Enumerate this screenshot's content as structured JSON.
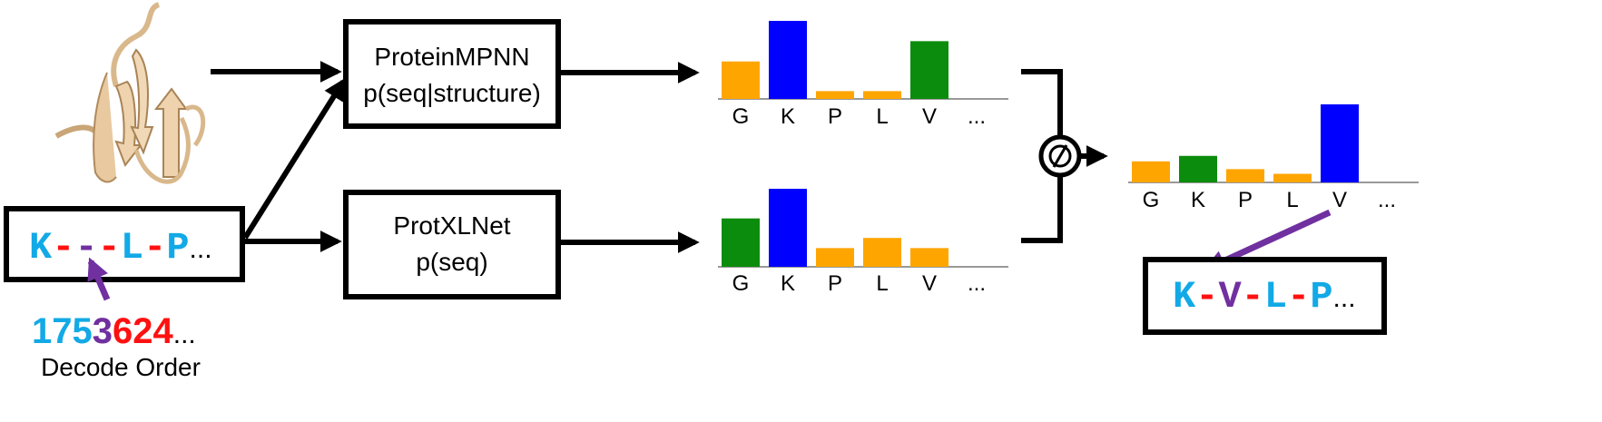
{
  "colors": {
    "orange": "#FFA500",
    "blue": "#0000FF",
    "green": "#0C8C0C",
    "cyan": "#12A9E6",
    "red": "#FF1010",
    "purple": "#7030A0",
    "black": "#000000",
    "tan": "#E8C9A0"
  },
  "structure_icon": "protein-structure-icon",
  "input_sequence": {
    "parts": [
      {
        "text": "K",
        "color": "cyan"
      },
      {
        "text": "-",
        "color": "red"
      },
      {
        "text": "-",
        "color": "purple"
      },
      {
        "text": "-",
        "color": "red"
      },
      {
        "text": "L",
        "color": "cyan"
      },
      {
        "text": "-",
        "color": "red"
      },
      {
        "text": "P",
        "color": "cyan"
      }
    ],
    "ellipsis": "..."
  },
  "decode_order": {
    "digits": [
      {
        "text": "1",
        "color": "cyan"
      },
      {
        "text": "7",
        "color": "cyan"
      },
      {
        "text": "5",
        "color": "cyan"
      },
      {
        "text": "3",
        "color": "purple"
      },
      {
        "text": "6",
        "color": "red"
      },
      {
        "text": "2",
        "color": "red"
      },
      {
        "text": "4",
        "color": "red"
      }
    ],
    "ellipsis": "...",
    "label": "Decode Order"
  },
  "models": [
    {
      "name": "ProteinMPNN",
      "formula": "p(seq|structure)"
    },
    {
      "name": "ProtXLNet",
      "formula": "p(seq)"
    }
  ],
  "combine_operator": "⊘",
  "chart_data": [
    {
      "type": "bar",
      "categories": [
        "G",
        "K",
        "P",
        "L",
        "V",
        "..."
      ],
      "values": [
        0.48,
        1.0,
        0.1,
        0.1,
        0.74,
        null
      ],
      "colors": [
        "orange",
        "blue",
        "orange",
        "orange",
        "green",
        null
      ],
      "ylim": [
        0,
        1
      ]
    },
    {
      "type": "bar",
      "categories": [
        "G",
        "K",
        "P",
        "L",
        "V",
        "..."
      ],
      "values": [
        0.62,
        1.0,
        0.24,
        0.37,
        0.24,
        null
      ],
      "colors": [
        "green",
        "blue",
        "orange",
        "orange",
        "orange",
        null
      ],
      "ylim": [
        0,
        1
      ]
    },
    {
      "type": "bar",
      "categories": [
        "G",
        "K",
        "P",
        "L",
        "V",
        "..."
      ],
      "values": [
        0.27,
        0.34,
        0.17,
        0.11,
        1.0,
        null
      ],
      "colors": [
        "orange",
        "green",
        "orange",
        "orange",
        "blue",
        null
      ],
      "ylim": [
        0,
        1
      ]
    }
  ],
  "output_sequence": {
    "parts": [
      {
        "text": "K",
        "color": "cyan"
      },
      {
        "text": "-",
        "color": "red"
      },
      {
        "text": "V",
        "color": "purple"
      },
      {
        "text": "-",
        "color": "red"
      },
      {
        "text": "L",
        "color": "cyan"
      },
      {
        "text": "-",
        "color": "red"
      },
      {
        "text": "P",
        "color": "cyan"
      }
    ],
    "ellipsis": "..."
  }
}
